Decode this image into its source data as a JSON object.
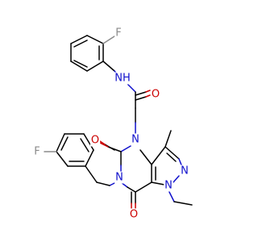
{
  "molecule": {
    "atoms": {
      "f_top": {
        "text": "F",
        "color": "#8a8a8a"
      },
      "nh": {
        "text": "NH",
        "color": "#1010cc"
      },
      "o_amide": {
        "text": "O",
        "color": "#cc0000"
      },
      "f_left": {
        "text": "F",
        "color": "#8a8a8a"
      },
      "o_upper": {
        "text": "O",
        "color": "#cc0000"
      },
      "n4": {
        "text": "N",
        "color": "#1010cc"
      },
      "n6": {
        "text": "N",
        "color": "#1010cc"
      },
      "n_pyr2": {
        "text": "N",
        "color": "#1010cc"
      },
      "n_pyr1": {
        "text": "N",
        "color": "#1010cc"
      },
      "o_lower": {
        "text": "O",
        "color": "#cc0000"
      }
    }
  }
}
